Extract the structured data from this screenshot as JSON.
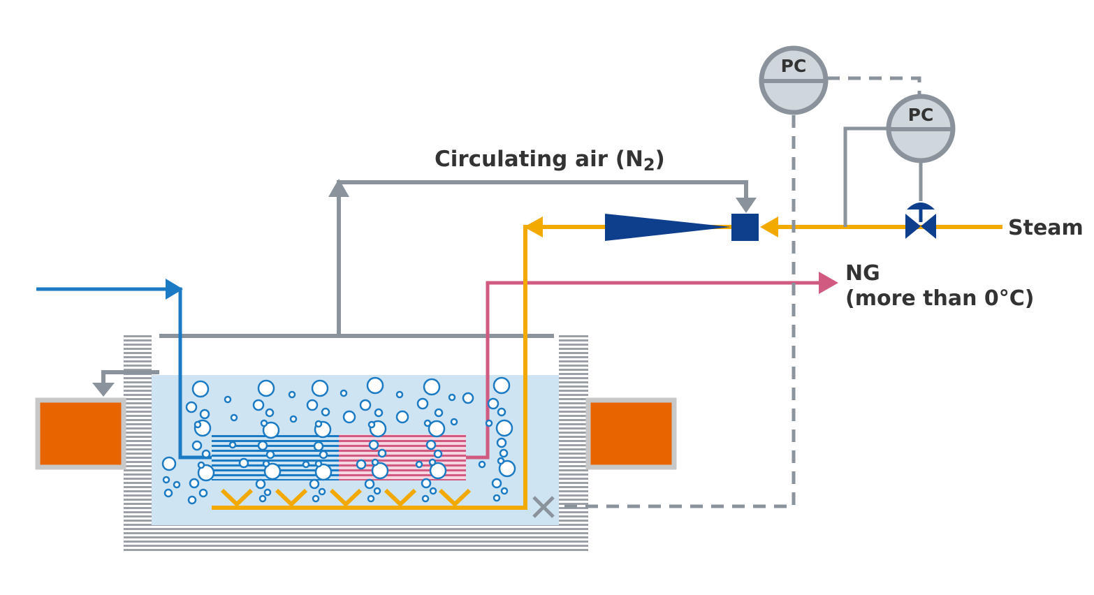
{
  "labels": {
    "circulating_air": "Circulating air (N",
    "circulating_air_sub": "2",
    "circulating_air_close": ")",
    "steam": "Steam",
    "ng_line1": "NG",
    "ng_line2": "(more than 0°C)",
    "pc_top": "PC",
    "pc_right": "PC"
  },
  "colors": {
    "water": "#1a7ac4",
    "ng": "#d05a80",
    "steam": "#f2a900",
    "air": "#8a939b",
    "control": "#8a939b",
    "heater": "#e86400",
    "bath": "#cfe4f3",
    "valve": "#0d3f8c",
    "wall": "#9aa0a6"
  },
  "icons": {
    "ejector": "cone-icon",
    "mixer": "square-node-icon",
    "control_valve": "bowtie-valve-icon",
    "temperature_sensor": "x-sensor-icon"
  }
}
